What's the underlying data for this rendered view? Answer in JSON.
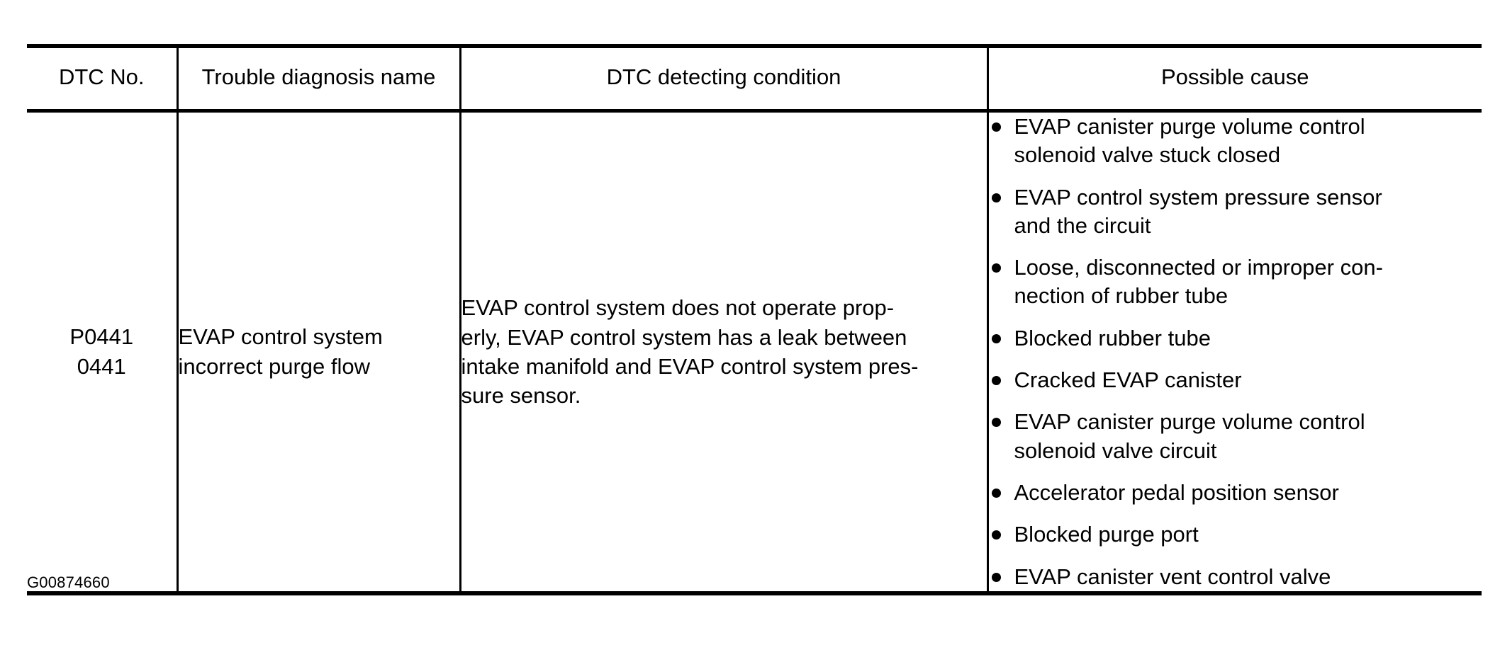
{
  "table": {
    "headers": [
      {
        "key": "dtc_no",
        "label": "DTC No."
      },
      {
        "key": "trouble_name",
        "label": "Trouble diagnosis name"
      },
      {
        "key": "detecting_condition",
        "label": "DTC detecting condition"
      },
      {
        "key": "possible_cause",
        "label": "Possible cause"
      }
    ],
    "rows": [
      {
        "dtc_no": {
          "lines": [
            "P0441",
            "0441"
          ]
        },
        "trouble_name": {
          "text": "EVAP control system incorrect purge flow",
          "lines": [
            "EVAP control system",
            "incorrect purge flow"
          ]
        },
        "detecting_condition": {
          "text": "EVAP control system does not operate properly, EVAP control system has a leak between intake manifold and EVAP control system pressure sensor.",
          "lines": [
            "EVAP control system does not operate prop-",
            "erly, EVAP control system has a leak between",
            "intake manifold and EVAP control system pres-",
            "sure sensor."
          ]
        },
        "possible_cause": {
          "bullet_glyph": "●",
          "items": [
            {
              "text": "EVAP canister purge volume control solenoid valve stuck closed",
              "lines": [
                "EVAP canister purge volume control",
                "solenoid valve stuck closed"
              ]
            },
            {
              "text": "EVAP control system pressure sensor and the circuit",
              "lines": [
                "EVAP control system pressure sensor",
                "and the circuit"
              ]
            },
            {
              "text": "Loose, disconnected or improper connection of rubber tube",
              "lines": [
                "Loose, disconnected or improper con-",
                "nection of rubber tube"
              ]
            },
            {
              "text": "Blocked rubber tube",
              "lines": [
                "Blocked rubber tube"
              ]
            },
            {
              "text": "Cracked EVAP canister",
              "lines": [
                "Cracked EVAP canister"
              ]
            },
            {
              "text": "EVAP canister purge volume control solenoid valve circuit",
              "lines": [
                "EVAP canister purge volume control",
                "solenoid valve circuit"
              ]
            },
            {
              "text": "Accelerator pedal position sensor",
              "lines": [
                "Accelerator pedal position sensor"
              ]
            },
            {
              "text": "Blocked purge port",
              "lines": [
                "Blocked purge port"
              ]
            },
            {
              "text": "EVAP canister vent control valve",
              "lines": [
                "EVAP canister vent control valve"
              ]
            }
          ]
        }
      }
    ]
  },
  "figure_id": "G00874660",
  "colors": {
    "background": "#ffffff",
    "text": "#000000",
    "rule": "#000000"
  }
}
